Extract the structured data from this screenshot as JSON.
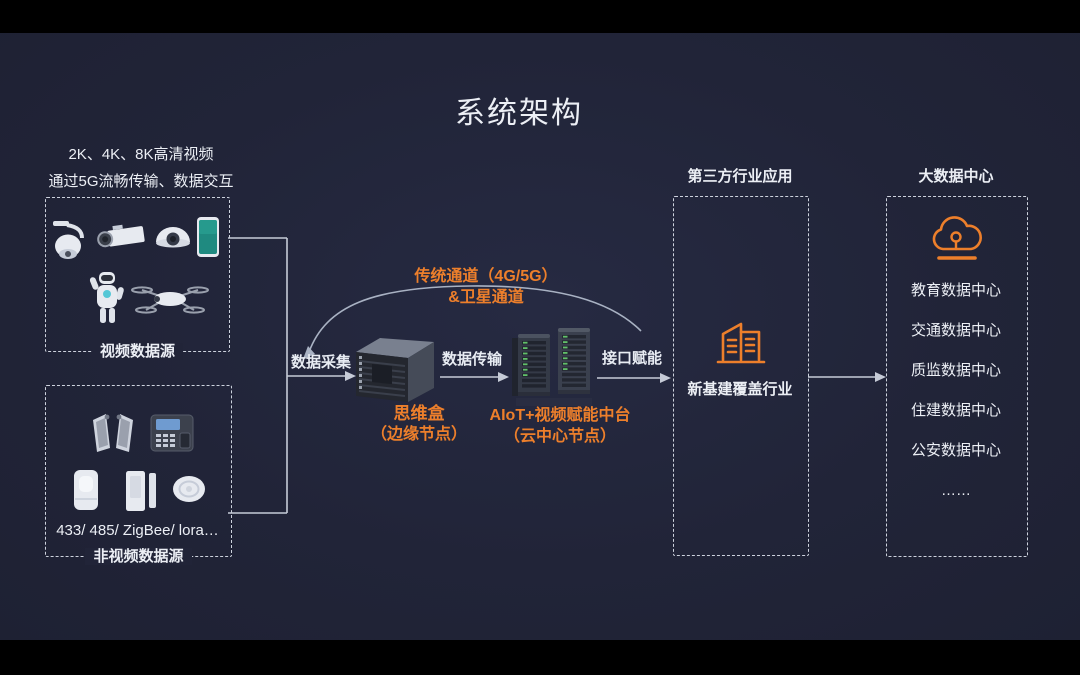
{
  "title": "系统架构",
  "colors": {
    "accent": "#ED7F2B",
    "slide_bg": "#212438",
    "line": "#C6CBD7",
    "text": "#ECEFF5",
    "led_green": "#62C06A",
    "phone_teal": "#1F8A80"
  },
  "video_source": {
    "caption_line1": "2K、4K、8K高清视频",
    "caption_line2": "通过5G流畅传输、数据交互",
    "label": "视频数据源",
    "device_icons": [
      "ptz-camera-icon",
      "box-camera-icon",
      "dome-camera-icon",
      "smartphone-icon",
      "robot-icon",
      "drone-icon"
    ]
  },
  "non_video_source": {
    "label": "非视频数据源",
    "protocols": "433/ 485/ ZigBee/ lora…",
    "device_icons": [
      "turnstile-icon",
      "fingerprint-terminal-icon",
      "motion-sensor-icon",
      "door-sensor-icon",
      "smoke-detector-icon"
    ]
  },
  "flows": {
    "collect": "数据采集",
    "transmit": "数据传输",
    "empower": "接口赋能"
  },
  "channel": {
    "line1": "传统通道（4G/5G）",
    "line2": "&卫星通道"
  },
  "edge_node": {
    "name": "思维盒",
    "subtitle": "（边缘节点）",
    "icon": "rack-server-icon"
  },
  "cloud_node": {
    "name": "AIoT+视频赋能中台",
    "subtitle": "（云中心节点）",
    "icon": "server-towers-icon"
  },
  "third_party": {
    "header": "第三方行业应用",
    "label": "新基建覆盖行业",
    "icon": "buildings-icon"
  },
  "big_data": {
    "header": "大数据中心",
    "icon": "cloud-data-icon",
    "items": [
      "教育数据中心",
      "交通数据中心",
      "质监数据中心",
      "住建数据中心",
      "公安数据中心",
      "……"
    ]
  }
}
